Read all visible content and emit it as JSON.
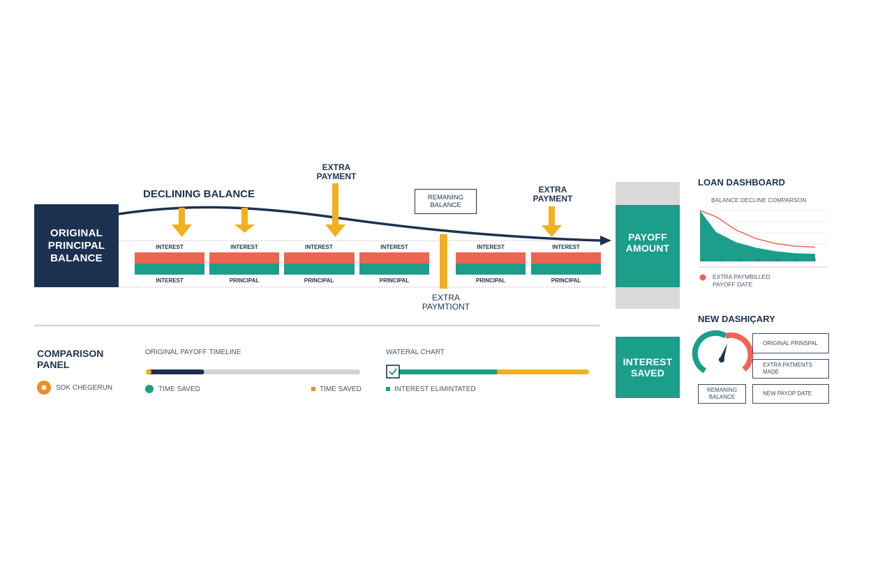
{
  "diagram": {
    "principal": "ORIGINAL PRINCIPAL BALANCE",
    "declining": "DECLINING BALANCE",
    "extra_top_1": "EXTRA PAYMENT",
    "extra_top_2": "EXTRA PAYMENT",
    "remaining": "REMANING BALANCE",
    "extra_bottom": "EXTRA PAYMTIONT",
    "payoff": "PAYOFF AMOUNT",
    "interest_saved": "INTEREST SAVED",
    "segments": [
      {
        "top": "INTEREST",
        "bottom": "INTEREST"
      },
      {
        "top": "INTEREST",
        "bottom": "PRINCIPAL"
      },
      {
        "top": "INTEREST",
        "bottom": "PRINCIPAL"
      },
      {
        "top": "INTEREST",
        "bottom": "PRINCIPAL"
      },
      {
        "top": "INTEREST",
        "bottom": "PRINCIPAL"
      },
      {
        "top": "INTEREST",
        "bottom": "PRINCIPAL"
      }
    ]
  },
  "comparison": {
    "title": "COMPARISON PANEL",
    "toggle_label": "SOK CHEGERUN",
    "timeline_title": "ORIGINAL PAYOFF TIMELINE",
    "time_saved_1": "TIME SAVED",
    "time_saved_2": "TIME SAVED",
    "timeline_progress": 0.27,
    "waterfall_title": "WATERAL CHART",
    "waterfall_legend": "INTEREST ELIMINTATED",
    "waterfall_teal_fraction": 0.53
  },
  "loan_dashboard": {
    "title": "LOAN DASHBOARD",
    "chart_title": "BALANCE DECLINE COMPARSON",
    "x_ticks": [
      "1",
      "5",
      "10",
      "15",
      "20",
      "25",
      "30"
    ],
    "legend_text": "EXTRA PAYMBILLED PAYOFF DATE"
  },
  "new_dashboard": {
    "title": "NEW DASHIÇARY",
    "gauge_value": 0.72,
    "box_original": "ORIGINAL PRINSPAL",
    "box_extra": "EXTRA PATMENTS MADE",
    "box_remaining": "REMANING BALANCE",
    "box_payoff": "NEW PAYOP DATE"
  },
  "colors": {
    "navy": "#1c3150",
    "teal": "#1b9e8a",
    "coral": "#ef6450",
    "gold": "#f2b01e",
    "gray": "#d9d9d9"
  },
  "chart_data": {
    "type": "area",
    "title": "BALANCE DECLINE COMPARSON",
    "xlabel": "",
    "ylabel": "",
    "x": [
      1,
      5,
      10,
      15,
      20,
      25,
      30
    ],
    "series": [
      {
        "values": [
          100,
          88,
          62,
          45,
          35,
          30,
          28
        ]
      },
      {
        "values": [
          100,
          58,
          38,
          27,
          20,
          16,
          15
        ]
      }
    ],
    "ylim": [
      0,
      100
    ],
    "legend": [
      "EXTRA PAYMBILLED PAYOFF DATE"
    ]
  }
}
